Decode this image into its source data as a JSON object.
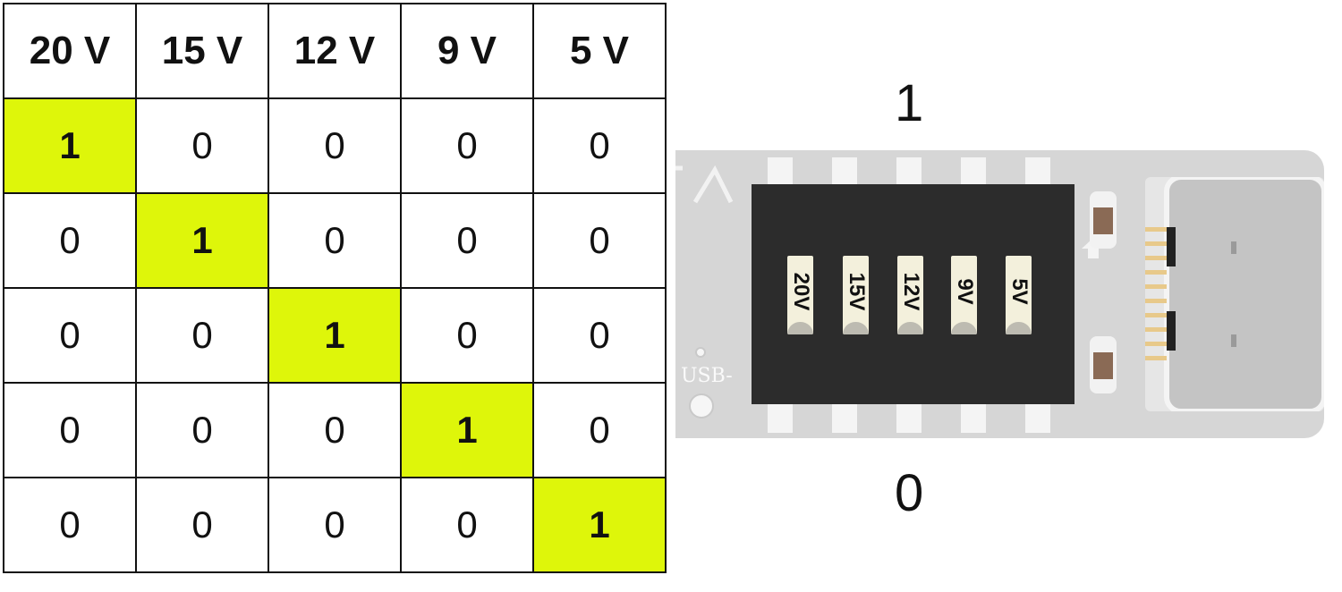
{
  "table": {
    "headers": [
      "20 V",
      "15 V",
      "12 V",
      "9 V",
      "5 V"
    ],
    "rows": [
      [
        "1",
        "0",
        "0",
        "0",
        "0"
      ],
      [
        "0",
        "1",
        "0",
        "0",
        "0"
      ],
      [
        "0",
        "0",
        "1",
        "0",
        "0"
      ],
      [
        "0",
        "0",
        "0",
        "1",
        "0"
      ],
      [
        "0",
        "0",
        "0",
        "0",
        "1"
      ]
    ],
    "highlight_color": "#def60a"
  },
  "board": {
    "switch_labels": [
      "20V",
      "15V",
      "12V",
      "9V",
      "5V"
    ],
    "silkscreen_label": "USB-",
    "colors": {
      "pcb": "#d6d6d6",
      "switch_body": "#2c2c2c",
      "slot": "#f3f0dc"
    }
  },
  "states": {
    "top": "1",
    "bottom": "0"
  }
}
